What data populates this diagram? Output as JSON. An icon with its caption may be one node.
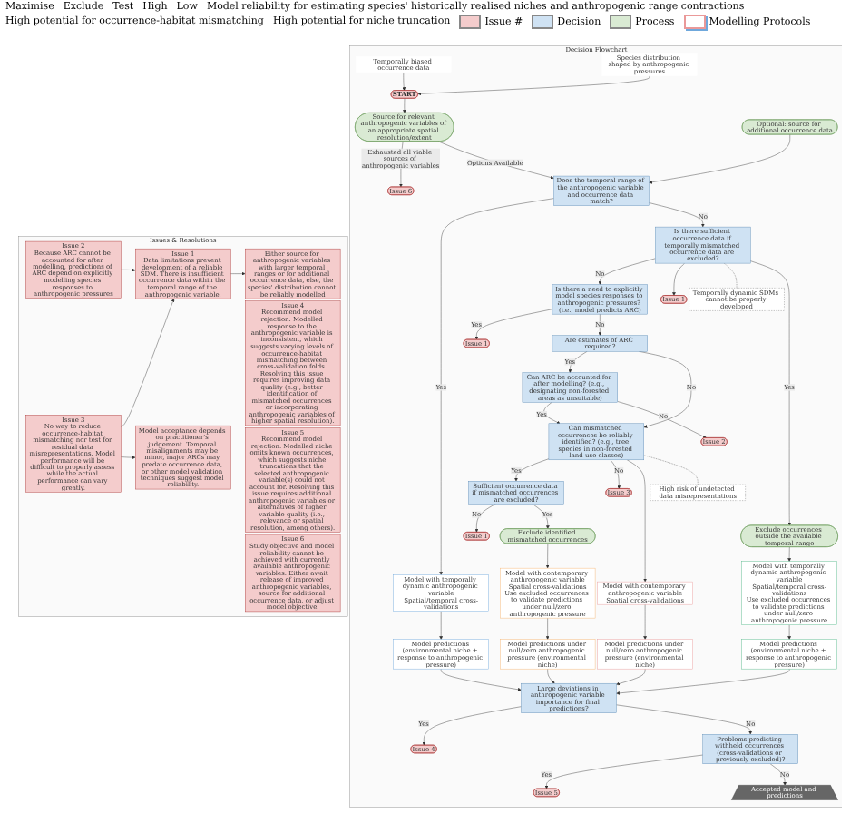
{
  "diagram": {
    "nodes": [
      {
        "text": [
          "Decision Flowchart"
        ]
      },
      {
        "text": [
          "Temporally biased occurrence data"
        ],
        "in": 0
      },
      {
        "text": [
          "Species distribution shaped by anthropogenic pressures"
        ],
        "in": 0
      },
      {
        "text": [
          "START"
        ],
        "in": 0
      },
      {
        "text": [
          "Source for relevant anthropogenic variables of an appropriate spatial resolution/extent"
        ],
        "in": 0
      },
      {
        "text": [
          "Issue 6"
        ],
        "in": 0
      },
      {
        "text": [
          "Optional: source for additional occurrence data"
        ],
        "in": 0
      },
      {
        "text": [
          "Does the temporal range of the anthropogenic variable and occurrence data match?"
        ],
        "in": 0
      },
      {
        "text": [
          "Is there sufficient occurrence data if temporally mismatched occurrence data are excluded?"
        ],
        "in": 0
      },
      {
        "text": [
          "Issue 1"
        ],
        "in": 0
      },
      {
        "text": [
          "Temporally dynamic SDMs cannot be properly developed"
        ],
        "in": 0
      },
      {
        "text": [
          "Is there a need to explicitly model species responses to anthropogenic pressures? (i.e., model predicts ARC)"
        ],
        "in": 0
      },
      {
        "text": [
          "Issue 1"
        ],
        "in": 0
      },
      {
        "text": [
          "Are estimates of ARC required?"
        ],
        "in": 0
      },
      {
        "text": [
          "Can ARC be accounted for after modelling? (e.g., designating non-forested areas as unsuitable)"
        ],
        "in": 0
      },
      {
        "text": [
          "Issue 2"
        ],
        "in": 0
      },
      {
        "text": [
          "Can mismatched occurrences be reliably identified? (e.g., tree species in non-forested land-use classes)"
        ],
        "in": 0
      },
      {
        "text": [
          "Sufficient occurrence data if mismatched occurrences are excluded?"
        ],
        "in": 0
      },
      {
        "text": [
          "Issue 1"
        ],
        "in": 0
      },
      {
        "text": [
          "Exclude identified mismatched occurrences"
        ],
        "in": 0
      },
      {
        "text": [
          "Issue 3"
        ],
        "in": 0
      },
      {
        "text": [
          "High risk of undetected data misrepresentations"
        ],
        "in": 0
      },
      {
        "text": [
          "Exclude occurrences outside the available temporal range"
        ],
        "in": 0
      },
      {
        "text": [
          "Model with temporally dynamic anthropogenic variable",
          "Spatial/temporal cross-validations"
        ],
        "in": 0
      },
      {
        "text": [
          "Model predictions (environmental niche + response to anthropogenic pressure)"
        ],
        "in": 0
      },
      {
        "text": [
          "Model with temporally dynamic anthropogenic variable",
          "Spatial/temporal cross-validations",
          "Use excluded occurrences to validate predictions under null/zero anthropogenic pressure"
        ],
        "in": 0
      },
      {
        "text": [
          "Model predictions (environmental niche + response to anthropogenic pressure)"
        ],
        "in": 0
      },
      {
        "text": [
          "Model with contemporary anthropogenic variable",
          "Spatial cross-validations",
          "Use excluded occurrences to validate predictions under null/zero anthropogenic pressure"
        ],
        "in": 0
      },
      {
        "text": [
          "Model predictions under null/zero anthropogenic pressure (environmental niche)"
        ],
        "in": 0
      },
      {
        "text": [
          "Model with contemporary anthropogenic variable",
          "Spatial cross-validations"
        ],
        "in": 0
      },
      {
        "text": [
          "Model predictions under null/zero anthropogenic pressure (environmental niche)"
        ],
        "in": 0
      },
      {
        "text": [
          "Large deviations in anthropogenic variable importance for final predictions?"
        ],
        "in": 0
      },
      {
        "text": [
          "Issue 4"
        ],
        "in": 0
      },
      {
        "text": [
          "Problems predicting withheld occurrences (cross-validations or previously excluded)?"
        ],
        "in": 0
      },
      {
        "text": [
          "Issue 5"
        ],
        "in": 0
      },
      {
        "text": [
          "Accepted model and predictions"
        ],
        "in": 0
      },
      {
        "text": [
          "Issues & Resolutions"
        ]
      },
      {
        "text": [
          "Issue 1",
          "Data limitations prevent development of a reliable SDM. There is insufficient occurrence data within the temporal range of the anthropogenic variable."
        ],
        "in": 36
      },
      {
        "text": [
          "Either source for anthropogenic variables with larger temporal ranges or for additional occurrence data, else, the species' distribution cannot be reliably modelled"
        ],
        "in": 36
      },
      {
        "text": [
          "Issue 2",
          "Because ARC cannot be accounted for after modelling, predictions of ARC depend on explicitly modelling species responses to anthropogenic pressures"
        ],
        "in": 36
      },
      {
        "text": [
          "Issue 3",
          "No way to reduce occurrence-habitat mismatching nor test for residual data misrepresentations. Model performance will be difficult to properly assess while the actual performance can vary greatly."
        ],
        "in": 36
      },
      {
        "text": [
          "Model acceptance depends on practitioner's judgement. Temporal misalignments may be minor, major ARCs may predate occurrence data, or other model validation techniques suggest model reliability."
        ],
        "in": 36
      },
      {
        "text": [
          "Issue 4",
          "Recommend model rejection. Modelled response to the anthropogenic variable is inconsistent, which suggests varying levels of occurrence-habitat mismatching between cross-validation folds. Resolving this issue requires improving data quality (e.g., better identification of mismatched occurrences or incorporating anthropogenic variables of higher spatial resolution)."
        ],
        "in": 36
      },
      {
        "text": [
          "Issue 5",
          "Recommend model rejection. Modelled niche omits known occurrences, which suggests niche truncations that the selected anthropogenic variable(s) could not account for. Resolving this issue requires additional anthropogenic variables or alternatives of higher variable quality (i.e., relevance or spatial resolution, among others)."
        ],
        "in": 36
      },
      {
        "text": [
          "Issue 6",
          "Study objective and model reliability cannot be achieved with currently available anthropogenic variables. Either await release of improved anthropogenic variables, source for additional occurrence data, or adjust model objective."
        ],
        "in": 36
      }
    ],
    "edges": [
      {
        "from": 1,
        "to": 3,
        "arrow": "to"
      },
      {
        "from": 2,
        "to": 3,
        "arrow": "to"
      },
      {
        "from": 3,
        "to": 4,
        "arrow": "to"
      },
      {
        "from": 4,
        "to": 5,
        "arrow": "to",
        "label": "Exhausted all viable sources of anthropogenic variables"
      },
      {
        "from": 4,
        "to": 7,
        "arrow": "to",
        "label": "Options Available"
      },
      {
        "from": 6,
        "to": 7,
        "arrow": "to"
      },
      {
        "from": 7,
        "to": 23,
        "arrow": "to",
        "label": "Yes"
      },
      {
        "from": 7,
        "to": 8,
        "arrow": "to",
        "label": "No"
      },
      {
        "from": 8,
        "to": 11,
        "arrow": "to",
        "label": "No"
      },
      {
        "from": 8,
        "to": 9,
        "arrow": "to"
      },
      {
        "from": 8,
        "to": 10,
        "arrow": "none",
        "style": "dashed"
      },
      {
        "from": 8,
        "to": 22,
        "arrow": "to",
        "label": "Yes"
      },
      {
        "from": 11,
        "to": 12,
        "arrow": "to",
        "label": "Yes"
      },
      {
        "from": 11,
        "to": 13,
        "arrow": "to",
        "label": "No"
      },
      {
        "from": 13,
        "to": 14,
        "arrow": "to",
        "label": "Yes"
      },
      {
        "from": 13,
        "to": 16,
        "arrow": "to",
        "label": "No"
      },
      {
        "from": 14,
        "to": 16,
        "arrow": "to",
        "label": "Yes"
      },
      {
        "from": 14,
        "to": 15,
        "arrow": "to",
        "label": "No"
      },
      {
        "from": 16,
        "to": 17,
        "arrow": "to",
        "label": "Yes"
      },
      {
        "from": 16,
        "to": 20,
        "arrow": "to",
        "label": "No"
      },
      {
        "from": 16,
        "to": 29,
        "arrow": "to"
      },
      {
        "from": 16,
        "to": 21,
        "arrow": "none",
        "style": "dashed"
      },
      {
        "from": 17,
        "to": 18,
        "arrow": "to",
        "label": "No"
      },
      {
        "from": 17,
        "to": 19,
        "arrow": "to",
        "label": "Yes"
      },
      {
        "from": 22,
        "to": 25,
        "arrow": "to"
      },
      {
        "from": 19,
        "to": 27,
        "arrow": "to"
      },
      {
        "from": 23,
        "to": 24,
        "arrow": "to"
      },
      {
        "from": 25,
        "to": 26,
        "arrow": "to"
      },
      {
        "from": 27,
        "to": 28,
        "arrow": "to"
      },
      {
        "from": 29,
        "to": 30,
        "arrow": "to"
      },
      {
        "from": 24,
        "to": 31,
        "arrow": "to"
      },
      {
        "from": 26,
        "to": 31,
        "arrow": "to"
      },
      {
        "from": 28,
        "to": 31,
        "arrow": "to"
      },
      {
        "from": 30,
        "to": 31,
        "arrow": "to"
      },
      {
        "from": 31,
        "to": 32,
        "arrow": "to",
        "label": "Yes"
      },
      {
        "from": 31,
        "to": 33,
        "arrow": "to",
        "label": "No"
      },
      {
        "from": 33,
        "to": 34,
        "arrow": "to",
        "label": "Yes"
      },
      {
        "from": 33,
        "to": 35,
        "arrow": "to",
        "label": "No"
      },
      {
        "from": 37,
        "to": 38,
        "arrow": "to"
      },
      {
        "from": 40,
        "to": 41,
        "arrow": "to"
      },
      {
        "from": 39,
        "to": 37,
        "arrow": "to"
      },
      {
        "from": 40,
        "to": 37,
        "arrow": "to"
      }
    ],
    "labels": [
      "Maximise",
      "Exclude",
      "Test",
      "High",
      "Low",
      "Model reliability for estimating species' historically realised niches and anthropogenic range contractions",
      "High potential for occurrence-habitat mismatching",
      "High potential for niche truncation"
    ],
    "legend": [
      {
        "text": "Issue #",
        "color": "#f4cccc"
      },
      {
        "text": "Decision",
        "color": "#cfe2f3"
      },
      {
        "text": "Process",
        "color": "#d9ead3"
      },
      {
        "text": "Modelling Protocols"
      }
    ]
  }
}
